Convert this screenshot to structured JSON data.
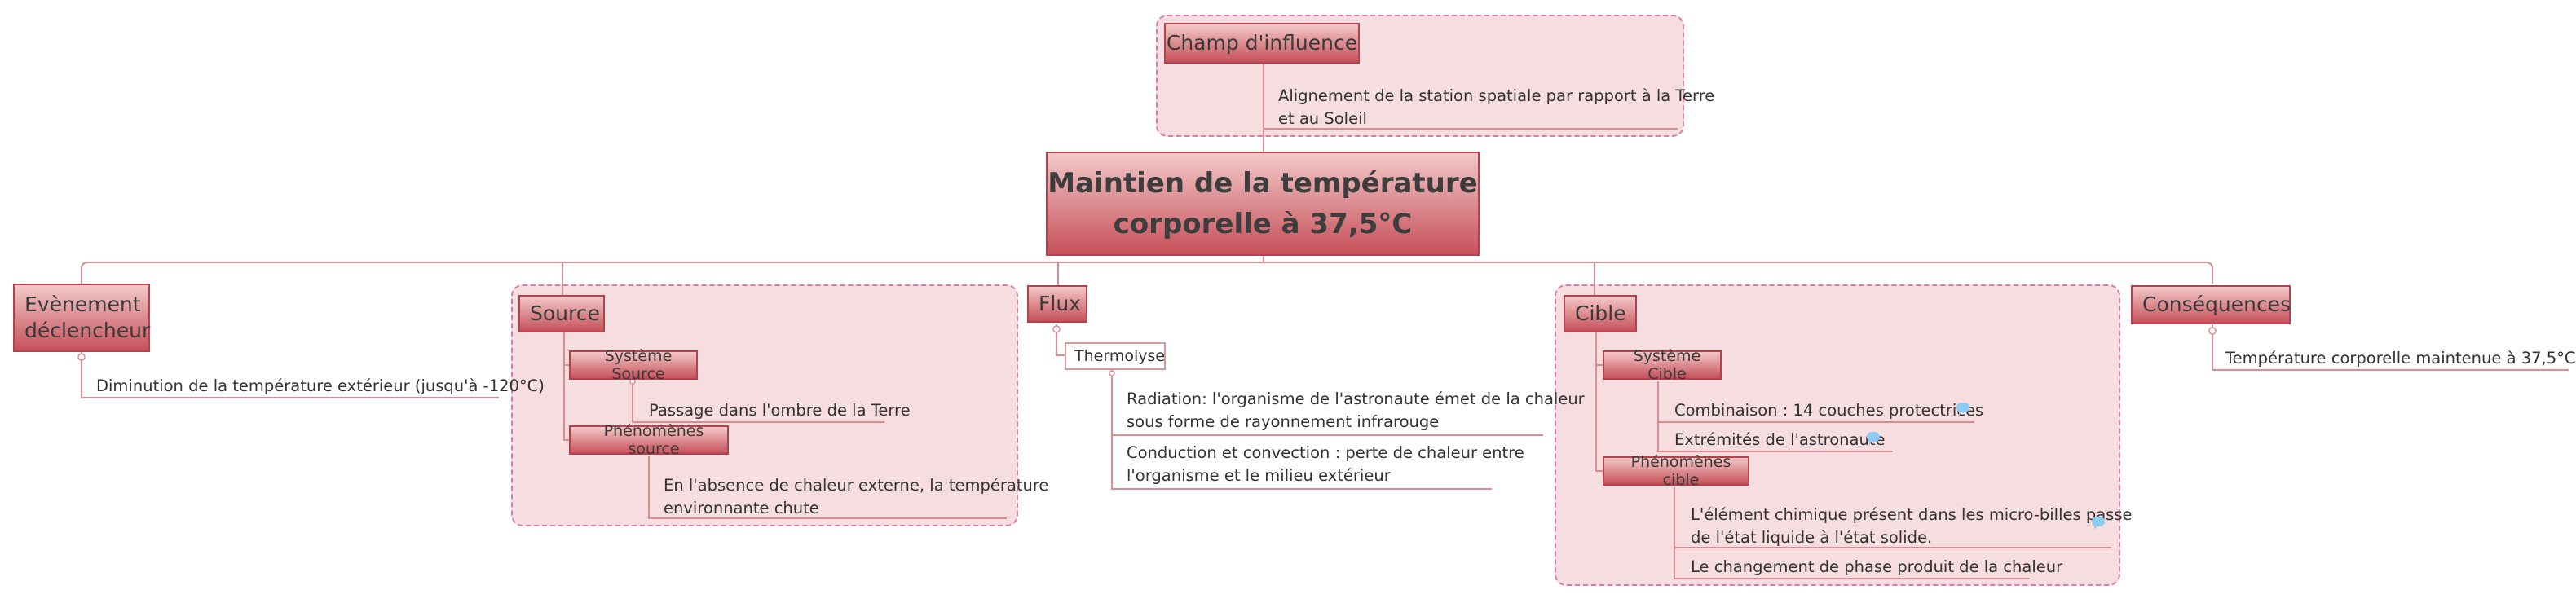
{
  "central": {
    "line1": "Maintien de la température",
    "line2": "corporelle à 37,5°C"
  },
  "champ": {
    "title": "Champ d'influence",
    "leaf_line1": "Alignement de la station spatiale par rapport à la Terre",
    "leaf_line2": "et au Soleil"
  },
  "evenement": {
    "line1": "Evènement",
    "line2": "déclencheur",
    "leaf": "Diminution de la température extérieur (jusqu'à -120°C)"
  },
  "source": {
    "title": "Source",
    "systeme": {
      "label": "Système Source",
      "leaf": "Passage dans l'ombre de la Terre"
    },
    "phenomenes": {
      "label": "Phénomènes source",
      "leaf_line1": "En l'absence de chaleur externe, la température",
      "leaf_line2": "environnante chute"
    }
  },
  "flux": {
    "title": "Flux",
    "thermolyse": "Thermolyse",
    "radiation_line1": "Radiation: l'organisme de l'astronaute émet de la chaleur",
    "radiation_line2": "sous forme de rayonnement infrarouge",
    "conduction_line1": "Conduction et convection : perte de chaleur entre",
    "conduction_line2": "l'organisme et le milieu extérieur"
  },
  "cible": {
    "title": "Cible",
    "systeme": {
      "label": "Système Cible",
      "leaf1": "Combinaison : 14 couches protectrices",
      "leaf2": "Extrémités de l'astronaute"
    },
    "phenomenes": {
      "label": "Phénomènes cible",
      "leaf1_line1": "L'élément chimique présent dans les  micro-billes passe",
      "leaf1_line2": "de l'état liquide à l'état solide.",
      "leaf2": "Le changement de phase produit de la chaleur"
    }
  },
  "consequences": {
    "title": "Conséquences",
    "leaf": "Température corporelle maintenue à 37,5°C"
  },
  "colors": {
    "topic_top": "#f3c8c8",
    "topic_bottom": "#c6515a",
    "boundary_fill": "#f5dde0",
    "boundary_border": "#d97aa8",
    "connector": "#e08a8f",
    "note": "#8ecbf3"
  }
}
